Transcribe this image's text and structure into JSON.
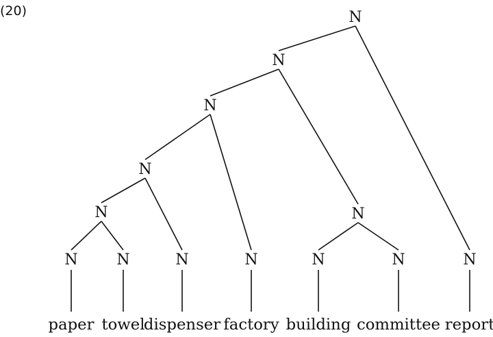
{
  "example_number": "(20)",
  "nodes": [
    {
      "id": "root",
      "label": "N"
    },
    {
      "id": "n2",
      "label": "N"
    },
    {
      "id": "n3",
      "label": "N"
    },
    {
      "id": "n4",
      "label": "N"
    },
    {
      "id": "n5",
      "label": "N"
    },
    {
      "id": "n6",
      "label": "N"
    },
    {
      "id": "t-paper",
      "label": "N"
    },
    {
      "id": "t-towel",
      "label": "N"
    },
    {
      "id": "t-dispenser",
      "label": "N"
    },
    {
      "id": "t-factory",
      "label": "N"
    },
    {
      "id": "t-building",
      "label": "N"
    },
    {
      "id": "t-committee",
      "label": "N"
    },
    {
      "id": "t-report",
      "label": "N"
    }
  ],
  "edges": [
    [
      "root",
      "n2"
    ],
    [
      "root",
      "t-report"
    ],
    [
      "n2",
      "n3"
    ],
    [
      "n2",
      "n6"
    ],
    [
      "n3",
      "n4"
    ],
    [
      "n3",
      "t-factory"
    ],
    [
      "n4",
      "n5"
    ],
    [
      "n4",
      "t-dispenser"
    ],
    [
      "n5",
      "t-paper"
    ],
    [
      "n5",
      "t-towel"
    ],
    [
      "n6",
      "t-building"
    ],
    [
      "n6",
      "t-committee"
    ]
  ],
  "leaves": [
    {
      "node": "t-paper",
      "word": "paper"
    },
    {
      "node": "t-towel",
      "word": "towel"
    },
    {
      "node": "t-dispenser",
      "word": "dispenser"
    },
    {
      "node": "t-factory",
      "word": "factory"
    },
    {
      "node": "t-building",
      "word": "building"
    },
    {
      "node": "t-committee",
      "word": "committee"
    },
    {
      "node": "t-report",
      "word": "report"
    }
  ]
}
